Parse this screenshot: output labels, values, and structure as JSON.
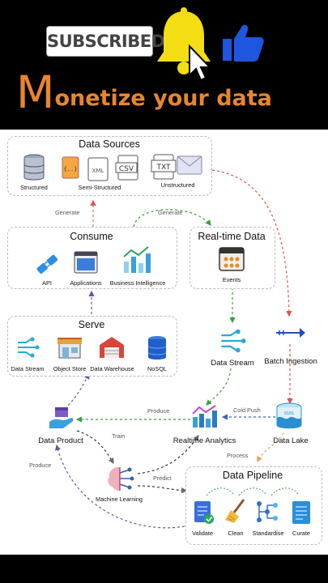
{
  "header": {
    "subscribed_label": "SUBSCRIBED",
    "title_first_letter": "M",
    "title_rest": "onetize your data",
    "title_color": "#e8862e"
  },
  "diagram": {
    "data_sources": {
      "title": "Data Sources",
      "items": [
        "Structured",
        "Semi-Structured",
        "Unstructured"
      ]
    },
    "consume": {
      "title": "Consume",
      "items": [
        "API",
        "Applications",
        "Business Intelligence"
      ]
    },
    "realtime": {
      "title": "Real-time Data",
      "item": "Events"
    },
    "serve": {
      "title": "Serve",
      "items": [
        "Data Stream",
        "Object Store",
        "Data Warehouse",
        "NoSQL"
      ]
    },
    "nodes": {
      "data_stream": "Data Stream",
      "batch_ingestion": "Batch Ingestion",
      "data_product": "Data Product",
      "realtime_analytics": "Realtime Analytics",
      "data_lake": "Data Lake",
      "machine_learning": "Machine Learning"
    },
    "pipeline": {
      "title": "Data Pipeline",
      "items": [
        "Validate",
        "Clean",
        "Standardise",
        "Curate"
      ]
    },
    "edge_labels": {
      "generate_left": "Generate",
      "generate_right": "Generate",
      "produce_top": "Produce",
      "cold_push": "Cold Push",
      "train": "Train",
      "process": "Process",
      "predict": "Predict",
      "produce_left": "Produce"
    },
    "file_badges": [
      "{..}",
      "XML",
      "CSV",
      "TXT"
    ]
  }
}
